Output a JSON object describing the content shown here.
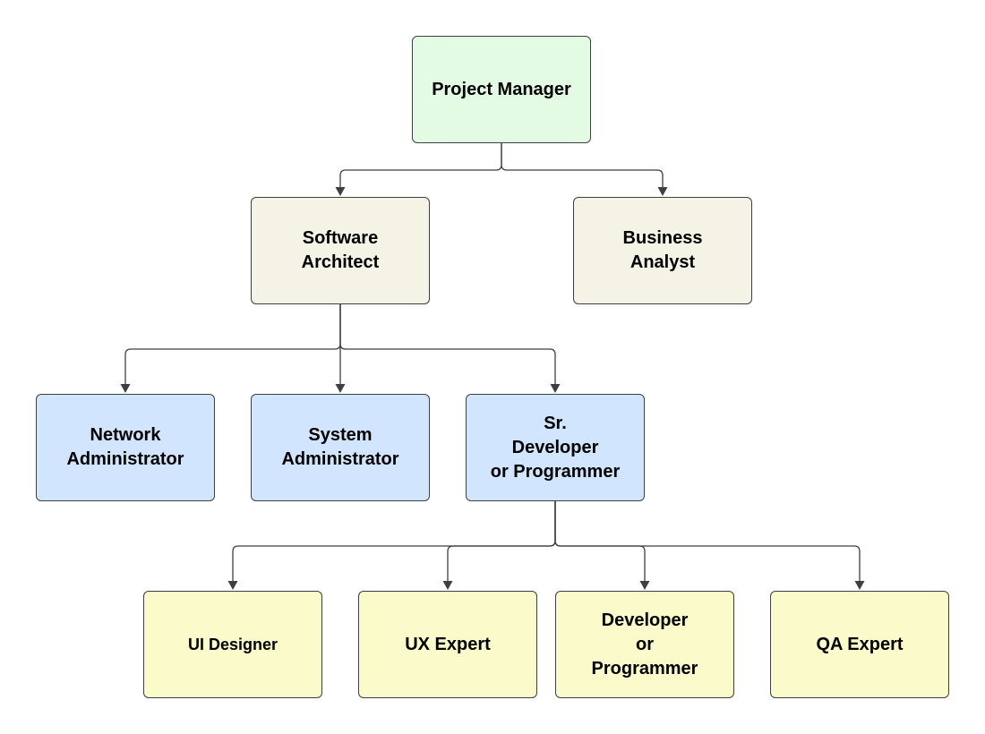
{
  "org_chart": {
    "nodes": {
      "project_manager": {
        "label": "Project Manager",
        "fill": "#e3fae3"
      },
      "software_architect": {
        "label": "Software\nArchitect",
        "fill": "#f5f3e6"
      },
      "business_analyst": {
        "label": "Business\nAnalyst",
        "fill": "#f5f3e6"
      },
      "network_administrator": {
        "label": "Network\nAdministrator",
        "fill": "#d1e5fe"
      },
      "system_administrator": {
        "label": "System\nAdministrator",
        "fill": "#d1e5fe"
      },
      "sr_developer": {
        "label": "Sr.\nDeveloper\nor Programmer",
        "fill": "#d1e5fe"
      },
      "ui_designer": {
        "label": "UI Designer",
        "fill": "#fafacb"
      },
      "ux_expert": {
        "label": "UX Expert",
        "fill": "#fafacb"
      },
      "developer": {
        "label": "Developer\nor\nProgrammer",
        "fill": "#fafacb"
      },
      "qa_expert": {
        "label": "QA Expert",
        "fill": "#fafacb"
      }
    },
    "reports_to": [
      {
        "from": "project_manager",
        "to": [
          "software_architect",
          "business_analyst"
        ]
      },
      {
        "from": "software_architect",
        "to": [
          "network_administrator",
          "system_administrator",
          "sr_developer"
        ]
      },
      {
        "from": "sr_developer",
        "to": [
          "ui_designer",
          "ux_expert",
          "developer",
          "qa_expert"
        ]
      }
    ],
    "line_color": "#3c3f44"
  }
}
